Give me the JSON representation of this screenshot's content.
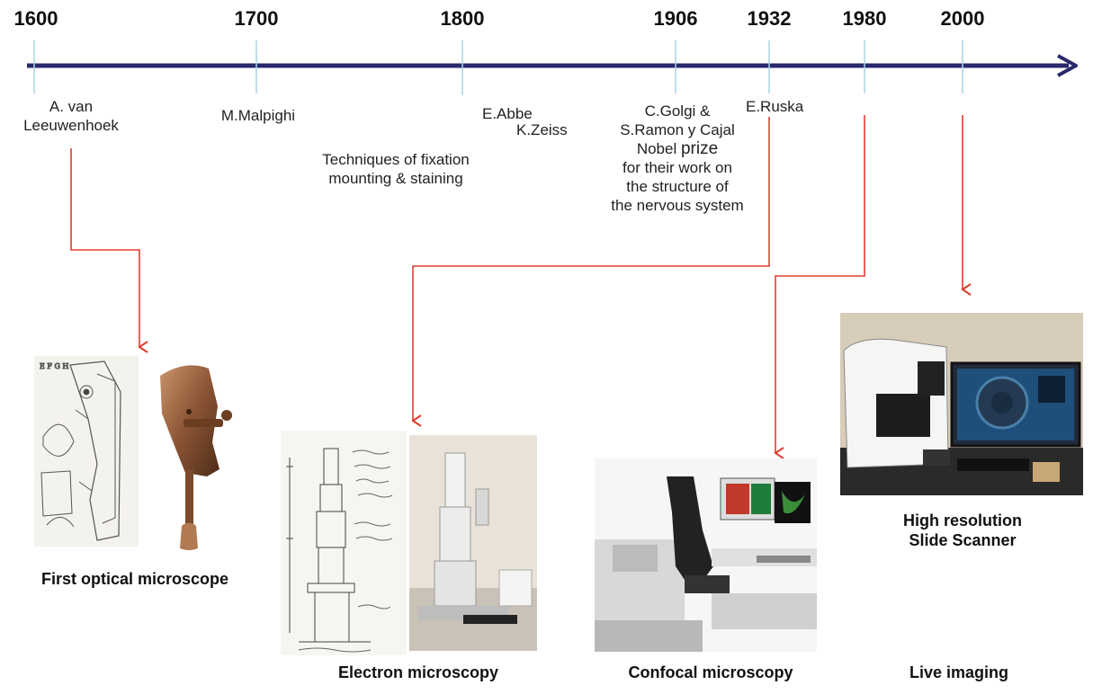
{
  "timeline": {
    "years": [
      "1600",
      "1700",
      "1800",
      "1906",
      "1932",
      "1980",
      "2000"
    ],
    "axis_color": "#28296b",
    "arrow_color": "#e23b2e"
  },
  "notes": {
    "leeuwenhoek": [
      "A. van",
      "Leeuwenhoek"
    ],
    "malpighi": "M.Malpighi",
    "fixation": [
      "Techniques of fixation",
      "mounting & staining"
    ],
    "abbe": "E.Abbe",
    "zeiss": "K.Zeiss",
    "golgi": [
      "C.Golgi &",
      "S.Ramon y Cajal"
    ],
    "nobel_prefix": "Nobel ",
    "nobel_word": "prize",
    "nobel_rest": [
      "for their work on",
      "the structure of",
      "the nervous system"
    ],
    "ruska": "E.Ruska"
  },
  "captions": {
    "optical": "First optical microscope",
    "electron": "Electron microscopy",
    "confocal": "Confocal microscopy",
    "scanner": [
      "High resolution",
      "Slide Scanner"
    ],
    "live": "Live imaging"
  },
  "images": {
    "sketch_optical": "hand-drawn sketch of early microscope",
    "photo_optical": "brass single-lens microscope",
    "sketch_electron": "handwritten electron microscope sketch",
    "photo_electron": "electron microscope column",
    "photo_confocal": "confocal microscope workstation",
    "photo_scanner": "slide scanner with monitor"
  }
}
